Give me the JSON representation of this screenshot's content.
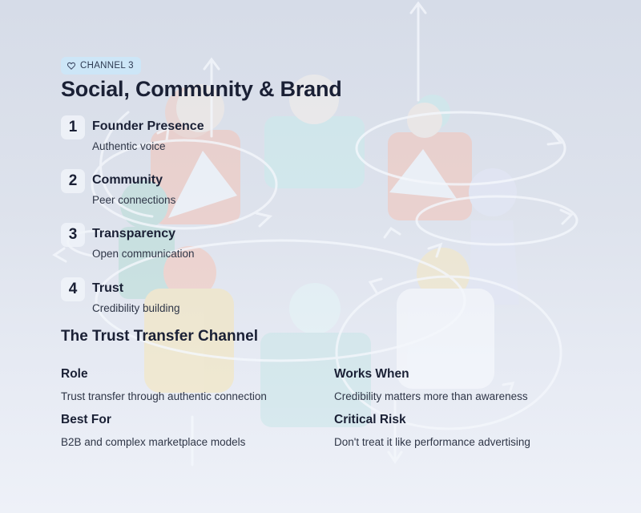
{
  "badge": {
    "icon": "heart-icon",
    "label": "CHANNEL 3",
    "color": "#cde6f7"
  },
  "title": "Social, Community & Brand",
  "steps": [
    {
      "number": "1",
      "title": "Founder Presence",
      "subtitle": "Authentic voice"
    },
    {
      "number": "2",
      "title": "Community",
      "subtitle": "Peer connections"
    },
    {
      "number": "3",
      "title": "Transparency",
      "subtitle": "Open communication"
    },
    {
      "number": "4",
      "title": "Trust",
      "subtitle": "Credibility building"
    }
  ],
  "section": {
    "title": "The Trust Transfer Channel",
    "details": [
      {
        "label": "Role",
        "value": "Trust transfer through authentic connection"
      },
      {
        "label": "Works When",
        "value": "Credibility matters more than awareness"
      },
      {
        "label": "Best For",
        "value": "B2B and complex marketplace models"
      },
      {
        "label": "Critical Risk",
        "value": "Don't treat it like performance advertising"
      }
    ]
  },
  "colors": {
    "text_primary": "#1a2035",
    "text_secondary": "#2f3647",
    "background_top": "#d6dce8",
    "background_bottom": "#eef1f8"
  }
}
